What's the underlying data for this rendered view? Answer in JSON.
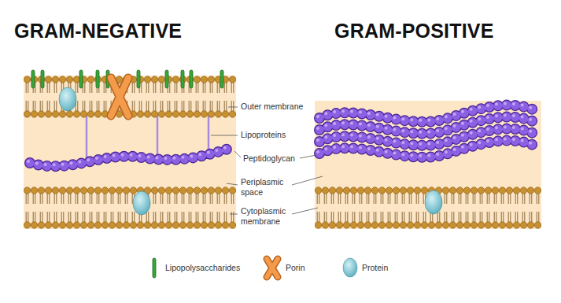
{
  "diagram": {
    "labels": [
      "GRAM-NEGATIVE",
      "GRAM-POSITIVE",
      "Outer membrane",
      "Lipoproteins",
      "Peptidoglycan",
      "Periplasmic space",
      "Cytoplasmic membrane"
    ],
    "legend": [
      {
        "text": "Lipopolysaccharides"
      },
      {
        "text": "Porin"
      },
      {
        "text": "Protein"
      }
    ]
  }
}
